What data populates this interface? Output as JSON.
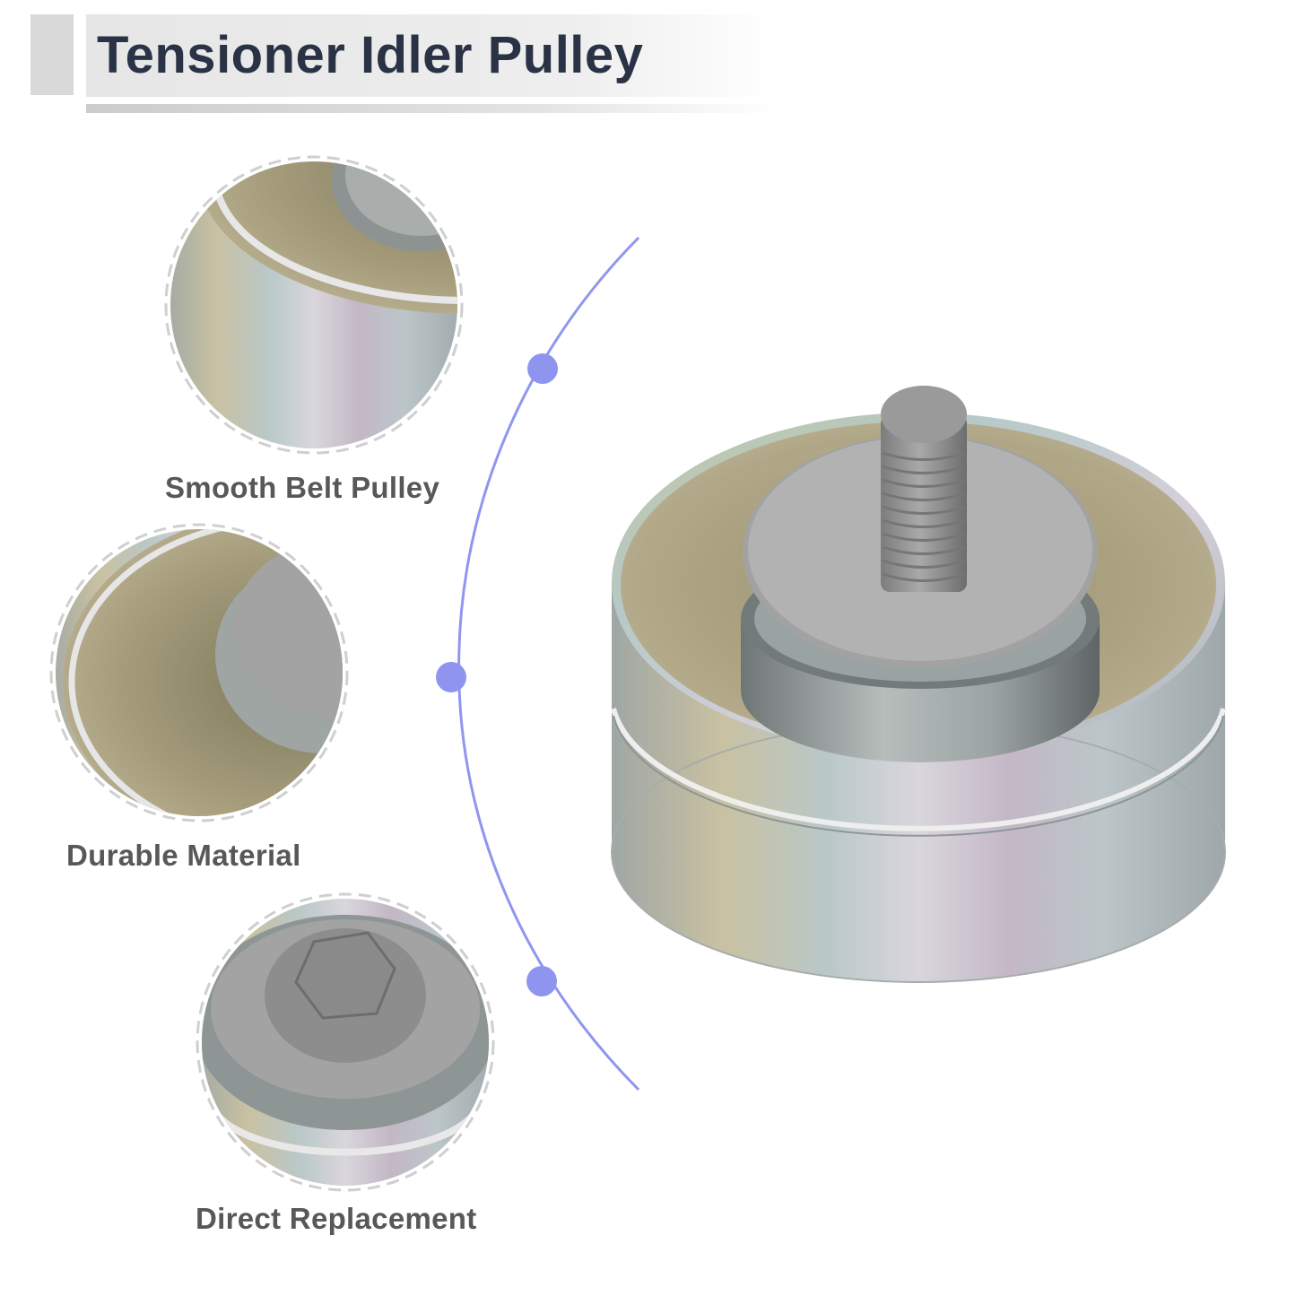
{
  "page": {
    "title": "Tensioner Idler Pulley"
  },
  "features": [
    {
      "caption": "Smooth Belt Pulley",
      "icon": "pulley-rim-closeup"
    },
    {
      "caption": "Durable Material",
      "icon": "pulley-bearing-closeup"
    },
    {
      "caption": "Direct Replacement",
      "icon": "pulley-bolt-closeup"
    }
  ],
  "colors": {
    "title_text": "#2a3345",
    "caption_text": "#585858",
    "connector_arc": "#8f96f0",
    "connector_dot": "#8f95ee"
  }
}
